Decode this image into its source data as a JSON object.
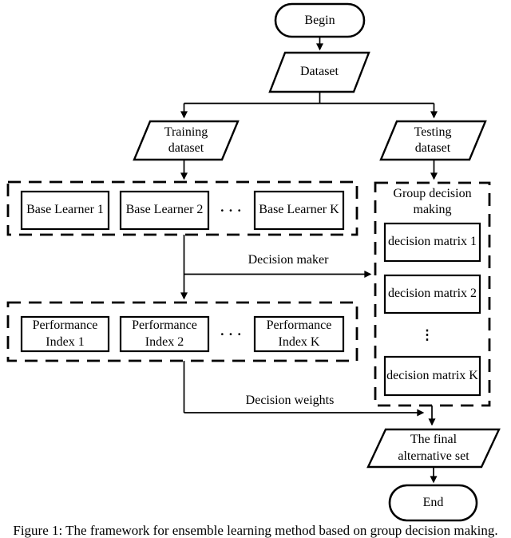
{
  "figure": {
    "caption": "Figure 1: The framework for ensemble learning method based on group decision making."
  },
  "flowchart": {
    "nodes": {
      "begin": "Begin",
      "dataset": "Dataset",
      "training_dataset": "Training dataset",
      "testing_dataset": "Testing dataset",
      "base_learner_1": "Base Learner 1",
      "base_learner_2": "Base Learner 2",
      "base_learner_k": "Base Learner K",
      "group_decision_making": "Group decision making",
      "decision_matrix_1": "decision matrix 1",
      "decision_matrix_2": "decision matrix 2",
      "decision_matrix_k": "decision matrix K",
      "performance_index_1": "Performance Index 1",
      "performance_index_2": "Performance Index 2",
      "performance_index_k": "Performance Index K",
      "final_alternative_set": "The final alternative set",
      "end": "End"
    },
    "edge_labels": {
      "decision_maker": "Decision maker",
      "decision_weights": "Decision weights"
    },
    "ellipsis": {
      "horizontal": "···",
      "vertical": "⋮"
    },
    "colors": {
      "line": "#000000",
      "background": "#ffffff"
    }
  }
}
